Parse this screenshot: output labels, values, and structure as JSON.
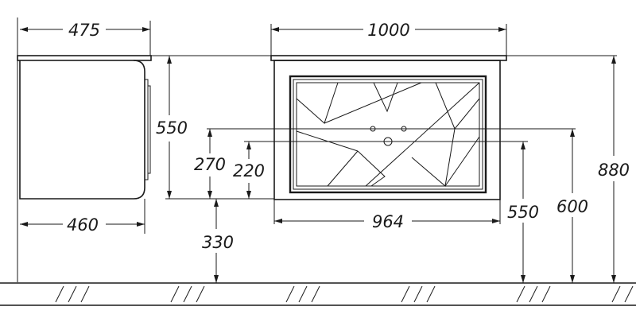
{
  "dimensions": {
    "side_depth_top": "475",
    "side_depth_bottom": "460",
    "front_width_top": "1000",
    "front_width_inner": "964",
    "cabinet_height": "550",
    "drain_height_270": "270",
    "drain_height_220": "220",
    "floor_clearance": "330",
    "height_550": "550",
    "height_600": "600",
    "height_880": "880"
  },
  "colors": {
    "line": "#1a1a1a",
    "background": "#ffffff"
  }
}
